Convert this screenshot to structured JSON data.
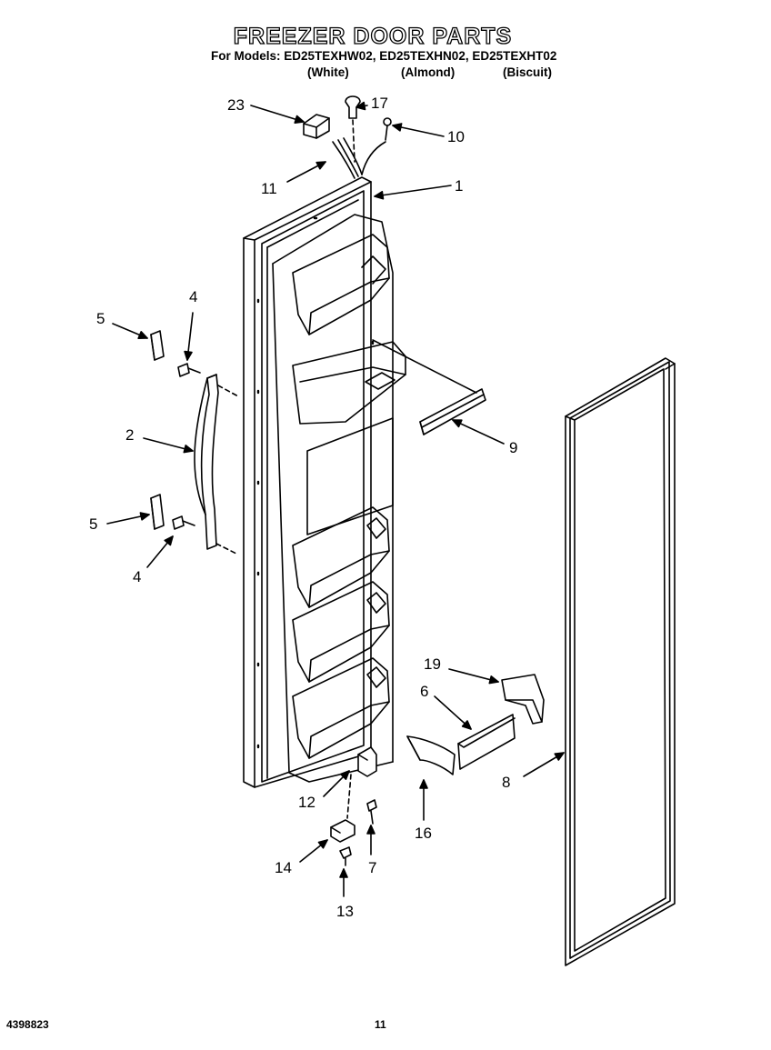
{
  "title": "FREEZER DOOR PARTS",
  "models": "For Models: ED25TEXHW02, ED25TEXHN02, ED25TEXHT02",
  "colors": [
    "(White)",
    "(Almond)",
    "(Biscuit)"
  ],
  "part_numbers": [
    "23",
    "17",
    "10",
    "11",
    "1",
    "4",
    "5",
    "2",
    "9",
    "5",
    "4",
    "19",
    "6",
    "8",
    "12",
    "16",
    "14",
    "7",
    "13"
  ],
  "footer": {
    "doc_number": "4398823",
    "page": "11"
  }
}
